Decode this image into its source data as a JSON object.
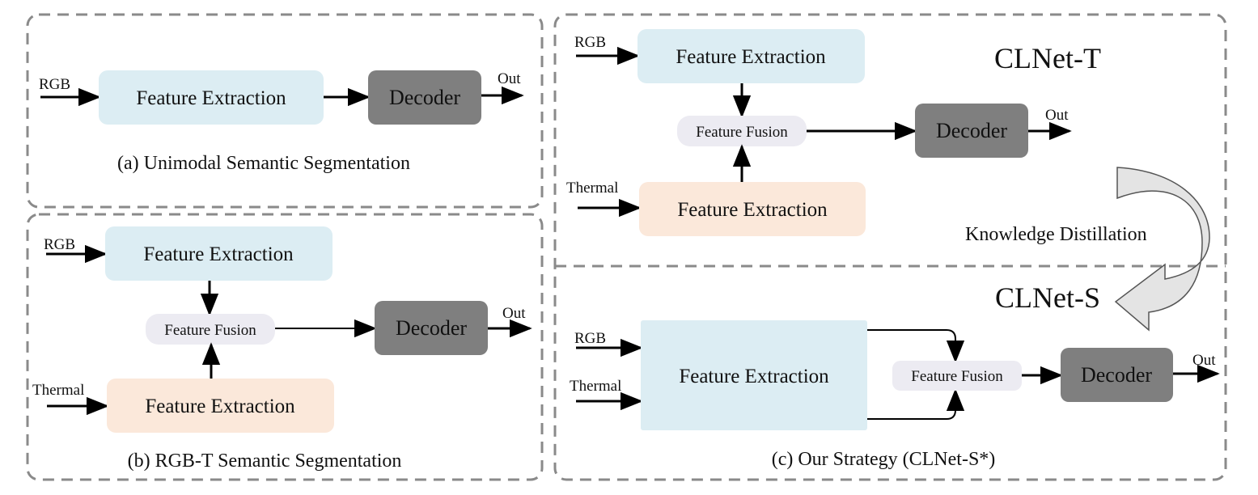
{
  "panel_a": {
    "caption": "(a) Unimodal Semantic Segmentation",
    "rgb": "RGB",
    "feature_extraction": "Feature Extraction",
    "decoder": "Decoder",
    "out": "Out"
  },
  "panel_b": {
    "caption": "(b) RGB-T Semantic Segmentation",
    "rgb": "RGB",
    "thermal": "Thermal",
    "feature_extraction_rgb": "Feature Extraction",
    "feature_extraction_thermal": "Feature Extraction",
    "feature_fusion": "Feature Fusion",
    "decoder": "Decoder",
    "out": "Out"
  },
  "panel_c_teacher": {
    "title": "CLNet-T",
    "rgb": "RGB",
    "thermal": "Thermal",
    "feature_extraction_rgb": "Feature Extraction",
    "feature_extraction_thermal": "Feature Extraction",
    "feature_fusion": "Feature Fusion",
    "decoder": "Decoder",
    "out": "Out"
  },
  "knowledge_distillation": "Knowledge Distillation",
  "panel_c_student": {
    "title": "CLNet-S",
    "rgb": "RGB",
    "thermal": "Thermal",
    "feature_extraction": "Feature Extraction",
    "feature_fusion": "Feature Fusion",
    "decoder": "Decoder",
    "out": "Out",
    "caption": "(c) Our  Strategy (CLNet-S*)"
  },
  "colors": {
    "feature_extraction_blue": "#dcedf3",
    "feature_extraction_orange": "#fbe8da",
    "feature_fusion": "#ecebf2",
    "decoder": "#7f7f7f",
    "panel_border": "#8a8a8a"
  }
}
